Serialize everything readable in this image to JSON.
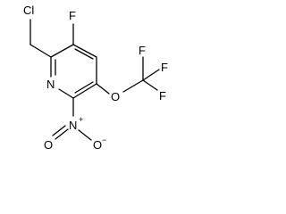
{
  "molecule": {
    "atoms": {
      "cl": "Cl",
      "f_ring": "F",
      "n_ring": "N",
      "o_ether": "O",
      "f_top": "F",
      "f_right": "F",
      "f_lower": "F",
      "n_nitro": "N",
      "o_nitro_down": "O",
      "o_nitro_left": "O"
    },
    "charges": {
      "n_nitro": "+",
      "o_nitro_down": "−"
    }
  }
}
